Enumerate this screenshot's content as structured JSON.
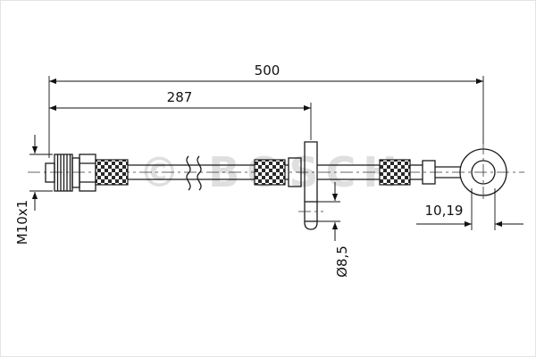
{
  "title": "brake-hose-technical-drawing",
  "watermark": {
    "text": "© BOSCH"
  },
  "dimensions": {
    "overall_length": "500",
    "partial_length": "287",
    "banjo_bore": "10,19",
    "thread": "M10x1",
    "bracket_hole": "Ø8,5"
  },
  "colors": {
    "line": "#1a1a1a",
    "dimension": "#111111",
    "watermark": "#dadada",
    "background": "#ffffff"
  }
}
